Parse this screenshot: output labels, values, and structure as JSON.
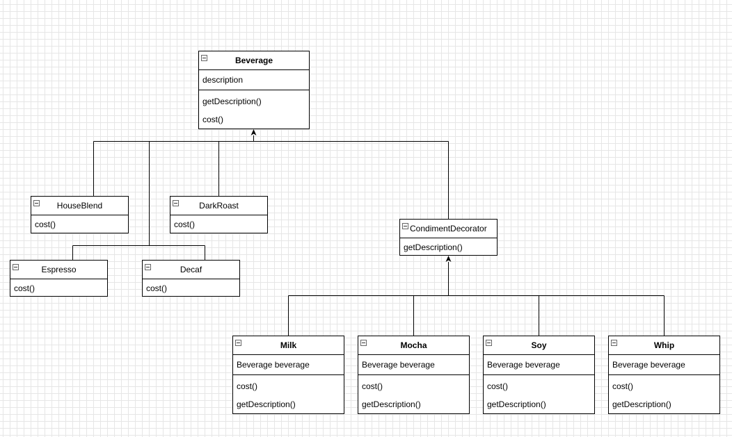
{
  "classes": {
    "beverage": {
      "name": "Beverage",
      "attributes": [
        "description"
      ],
      "methods": [
        "getDescription()",
        "cost()"
      ]
    },
    "houseblend": {
      "name": "HouseBlend",
      "methods": [
        "cost()"
      ]
    },
    "darkroast": {
      "name": "DarkRoast",
      "methods": [
        "cost()"
      ]
    },
    "espresso": {
      "name": "Espresso",
      "methods": [
        "cost()"
      ]
    },
    "decaf": {
      "name": "Decaf",
      "methods": [
        "cost()"
      ]
    },
    "condimentdecorator": {
      "name": "CondimentDecorator",
      "methods": [
        "getDescription()"
      ]
    },
    "milk": {
      "name": "Milk",
      "attributes": [
        "Beverage beverage"
      ],
      "methods": [
        "cost()",
        "getDescription()"
      ]
    },
    "mocha": {
      "name": "Mocha",
      "attributes": [
        "Beverage beverage"
      ],
      "methods": [
        "cost()",
        "getDescription()"
      ]
    },
    "soy": {
      "name": "Soy",
      "attributes": [
        "Beverage beverage"
      ],
      "methods": [
        "cost()",
        "getDescription()"
      ]
    },
    "whip": {
      "name": "Whip",
      "attributes": [
        "Beverage beverage"
      ],
      "methods": [
        "cost()",
        "getDescription()"
      ]
    }
  },
  "relations": [
    {
      "type": "inheritance",
      "from": "HouseBlend",
      "to": "Beverage"
    },
    {
      "type": "inheritance",
      "from": "DarkRoast",
      "to": "Beverage"
    },
    {
      "type": "inheritance",
      "from": "Espresso",
      "to": "Beverage"
    },
    {
      "type": "inheritance",
      "from": "Decaf",
      "to": "Beverage"
    },
    {
      "type": "inheritance",
      "from": "CondimentDecorator",
      "to": "Beverage"
    },
    {
      "type": "inheritance",
      "from": "Milk",
      "to": "CondimentDecorator"
    },
    {
      "type": "inheritance",
      "from": "Mocha",
      "to": "CondimentDecorator"
    },
    {
      "type": "inheritance",
      "from": "Soy",
      "to": "CondimentDecorator"
    },
    {
      "type": "inheritance",
      "from": "Whip",
      "to": "CondimentDecorator"
    }
  ]
}
